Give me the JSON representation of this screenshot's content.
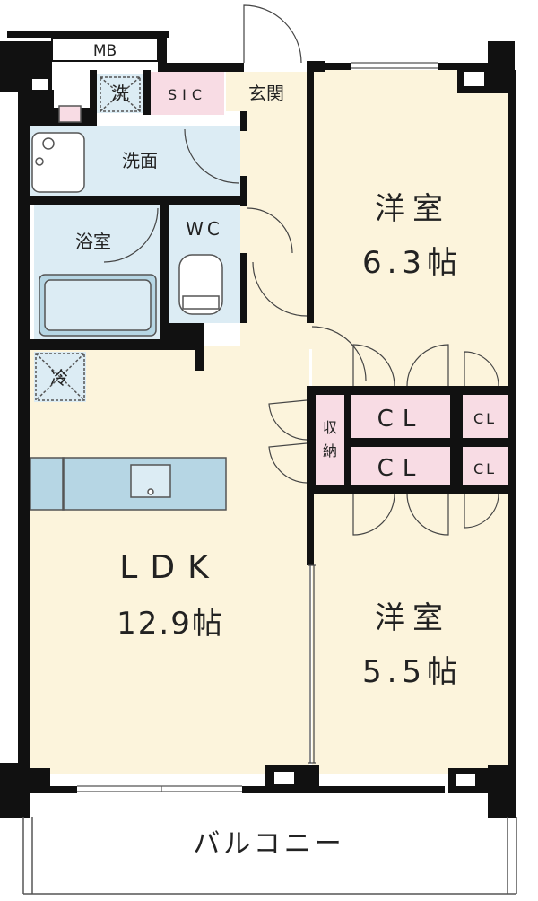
{
  "floorplan": {
    "mb": "MB",
    "laundry": "洗",
    "sic": "SIC",
    "entrance": "玄関",
    "washroom": "洗面",
    "bathroom": "浴室",
    "wc": "WC",
    "fridge": "冷",
    "storage": "収\n納",
    "storage_top": "収",
    "storage_bottom": "納",
    "closet_label": "CL",
    "ldk_name": "LDK",
    "ldk_size": "12.9帖",
    "bedroom1_name": "洋室",
    "bedroom1_size": "6.3帖",
    "bedroom2_name": "洋室",
    "bedroom2_size": "5.5帖",
    "balcony": "バルコニー"
  },
  "colors": {
    "room": "#fcf4dc",
    "wet": "#dcecf4",
    "closet": "#f8dce4",
    "wall": "#111111",
    "fixture": "#b6d6e4",
    "line": "#333333"
  }
}
